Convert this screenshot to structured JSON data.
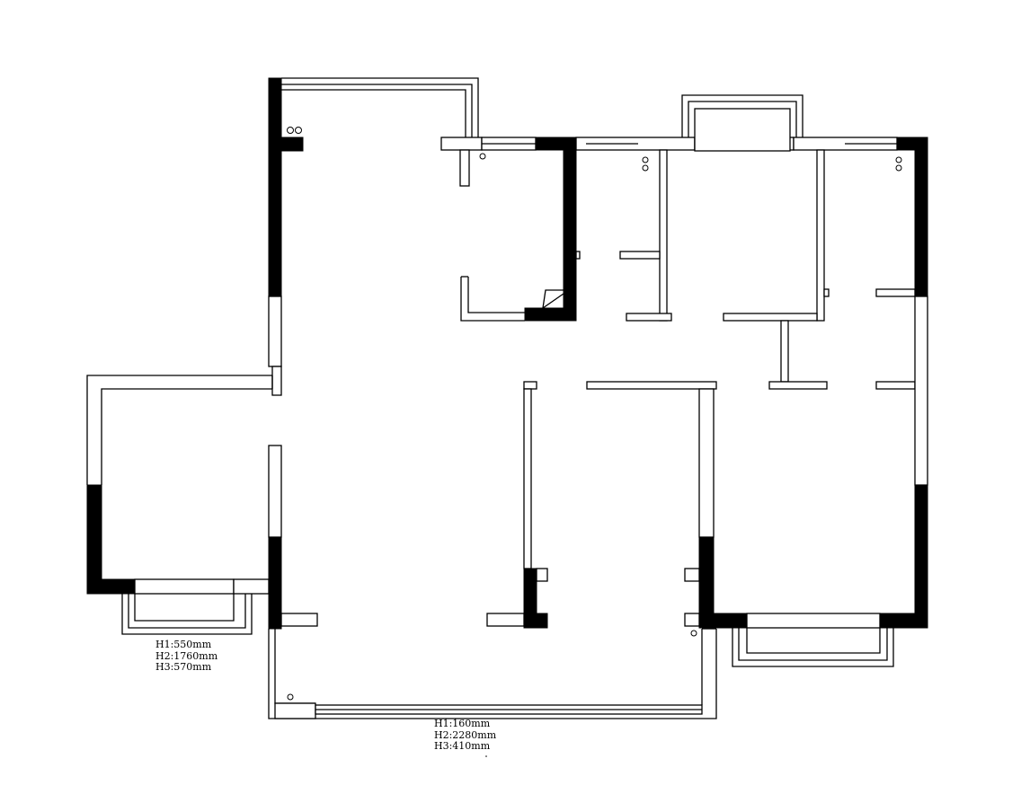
{
  "annotations": {
    "left_window": {
      "h1": "H1:550mm",
      "h2": "H2:1760mm",
      "h3": "H3:570mm"
    },
    "bottom_window": {
      "h1": "H1:160mm",
      "h2": "H2:2280mm",
      "h3": "H3:410mm"
    }
  }
}
